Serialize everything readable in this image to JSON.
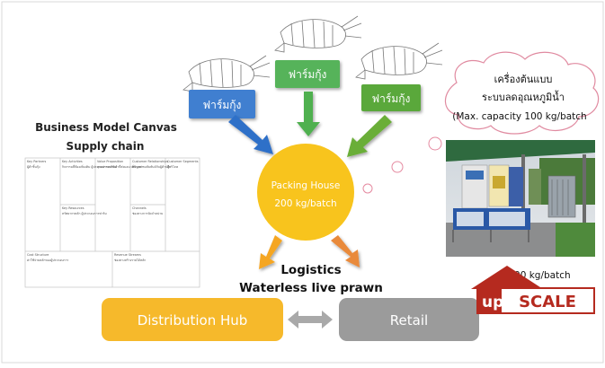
{
  "bmc": {
    "title": "Business Model Canvas",
    "subtitle": "Supply chain",
    "cells": [
      {
        "label": "Key Partners",
        "body": "ผู้ค้าชิ้นกุ้ง"
      },
      {
        "label": "Key Activities",
        "body": "กิจกรรมที่ต้องเพิ่มเติม ผู้ประกอบการฟาร์ม"
      },
      {
        "label": "Value Proposition",
        "body": "คุณค่าของสินค้าที่ส่งมอบ เพิ่มมูลค่า"
      },
      {
        "label": "Customer Relationships",
        "body": "สร้างความสัมพันธ์กับผู้ค้าปลีก"
      },
      {
        "label": "Customer Segments",
        "body": "ผู้บริโภค"
      },
      {
        "label": "Key Resources",
        "body": "ทรัพยากรหลัก ผู้ประกอบการฟาร์ม"
      },
      {
        "label": "Channels",
        "body": "ช่องทางการจัดจำหน่าย"
      },
      {
        "label": "Cost Structure",
        "body": "ค่าใช้จ่ายหลักของผู้ประกอบการ"
      },
      {
        "label": "Revenue Streams",
        "body": "ช่องทางสร้างรายได้หลัก"
      }
    ]
  },
  "farms": [
    "ฟาร์มกุ้ง",
    "ฟาร์มกุ้ง",
    "ฟาร์มกุ้ง"
  ],
  "packing_house": {
    "line1": "Packing House",
    "line2": "200 kg/batch"
  },
  "logistics": {
    "line1": "Logistics",
    "line2": "Waterless live prawn"
  },
  "distribution_hub": "Distribution Hub",
  "retail": "Retail",
  "prototype": {
    "line1": "เครื่องต้นแบบ",
    "line2": "ระบบลดอุณหภูมิน้ำ",
    "line3": "(Max. capacity 100 kg/batch"
  },
  "upscale": {
    "capacity": "500 kg/batch",
    "brand_prefix": "up",
    "brand_word": "SCALE"
  },
  "colors": {
    "farm_blue": "#3f7fd0",
    "farm_green_mid": "#56b35a",
    "farm_green_right": "#5aa83b",
    "arrow_blue": "#2f6fc8",
    "arrow_green": "#4fb04f",
    "arrow_green_right": "#6aae39",
    "packing_yellow": "#f8c41d",
    "logistics_orange_left": "#f5a623",
    "logistics_orange_right": "#e98a3a",
    "hub_yellow": "#f6b92b",
    "retail_gray": "#9b9b9b",
    "upscale_red": "#b52a1f"
  }
}
